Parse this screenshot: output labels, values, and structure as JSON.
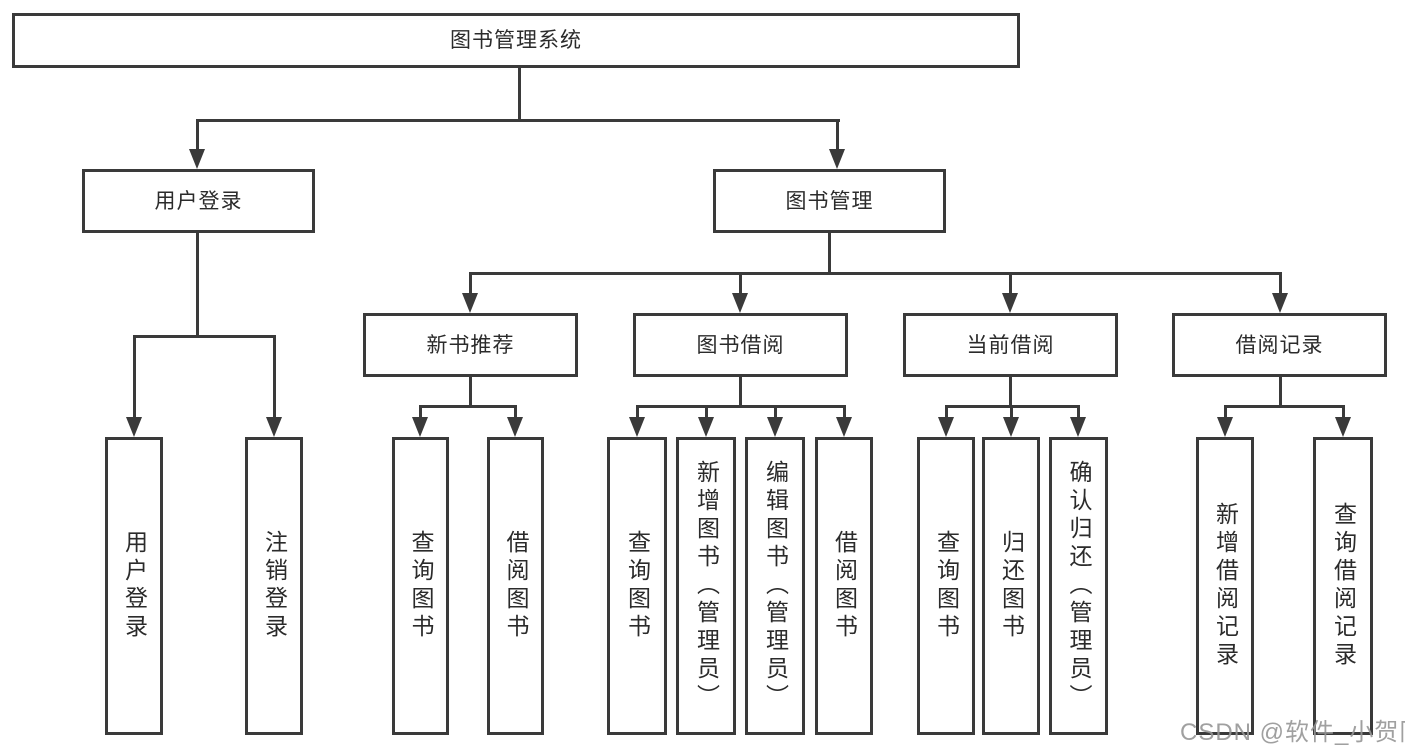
{
  "tree": {
    "root": {
      "label": "图书管理系统"
    },
    "branches": {
      "user_login": {
        "label": "用户登录",
        "children": [
          {
            "label": "用户登录"
          },
          {
            "label": "注销登录"
          }
        ]
      },
      "book_mgmt": {
        "label": "图书管理",
        "sections": {
          "new_book_rec": {
            "label": "新书推荐",
            "children": [
              {
                "label": "查询图书"
              },
              {
                "label": "借阅图书"
              }
            ]
          },
          "book_borrow": {
            "label": "图书借阅",
            "children": [
              {
                "label": "查询图书"
              },
              {
                "label": "新增图书（管理员）"
              },
              {
                "label": "编辑图书（管理员）"
              },
              {
                "label": "借阅图书"
              }
            ]
          },
          "current_borrow": {
            "label": "当前借阅",
            "children": [
              {
                "label": "查询图书"
              },
              {
                "label": "归还图书"
              },
              {
                "label": "确认归还（管理员）"
              }
            ]
          },
          "borrow_record": {
            "label": "借阅记录",
            "children": [
              {
                "label": "新增借阅记录"
              },
              {
                "label": "查询借阅记录"
              }
            ]
          }
        }
      }
    }
  },
  "watermark": {
    "text": "CSDN @软件_小贺同学"
  },
  "colors": {
    "line": "#3a3a3a",
    "text": "#2b2b2b",
    "watermark": "#969696",
    "background": "#ffffff"
  }
}
